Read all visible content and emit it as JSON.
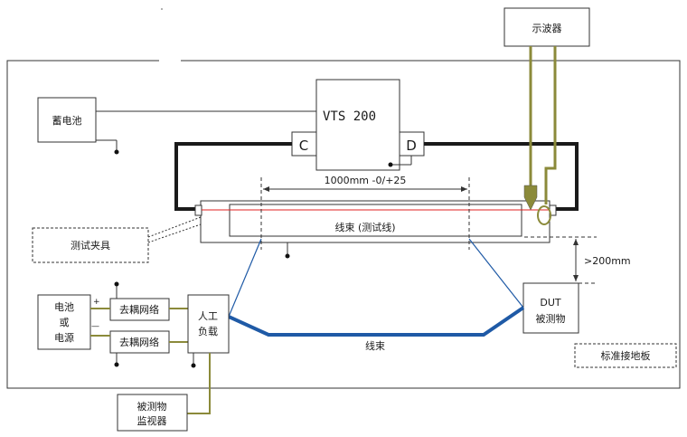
{
  "labels": {
    "oscilloscope": "示波器",
    "vts": "VTS 200",
    "c_port": "C",
    "d_port": "D",
    "battery": "蓄电池",
    "length": "1000mm -0/+25",
    "harness_test": "线束 (测试线)",
    "test_fixture": "测试夹具",
    "height": ">200mm",
    "dut_line1": "DUT",
    "dut_line2": "被测物",
    "power_line1": "电池",
    "power_line2": "或",
    "power_line3": "电源",
    "plus": "+",
    "minus": "—",
    "decoupling_1": "去耦网络",
    "decoupling_2": "去耦网络",
    "load_line1": "人工",
    "load_line2": "负载",
    "harness": "线束",
    "ground_plane": "标准接地板",
    "monitor_line1": "被测物",
    "monitor_line2": "监视器"
  },
  "colors": {
    "harness_blue": "#1f5aa6",
    "probe_olive": "#8b8a3a",
    "signal_red": "#e02020",
    "cable_black": "#1a1a1a"
  }
}
